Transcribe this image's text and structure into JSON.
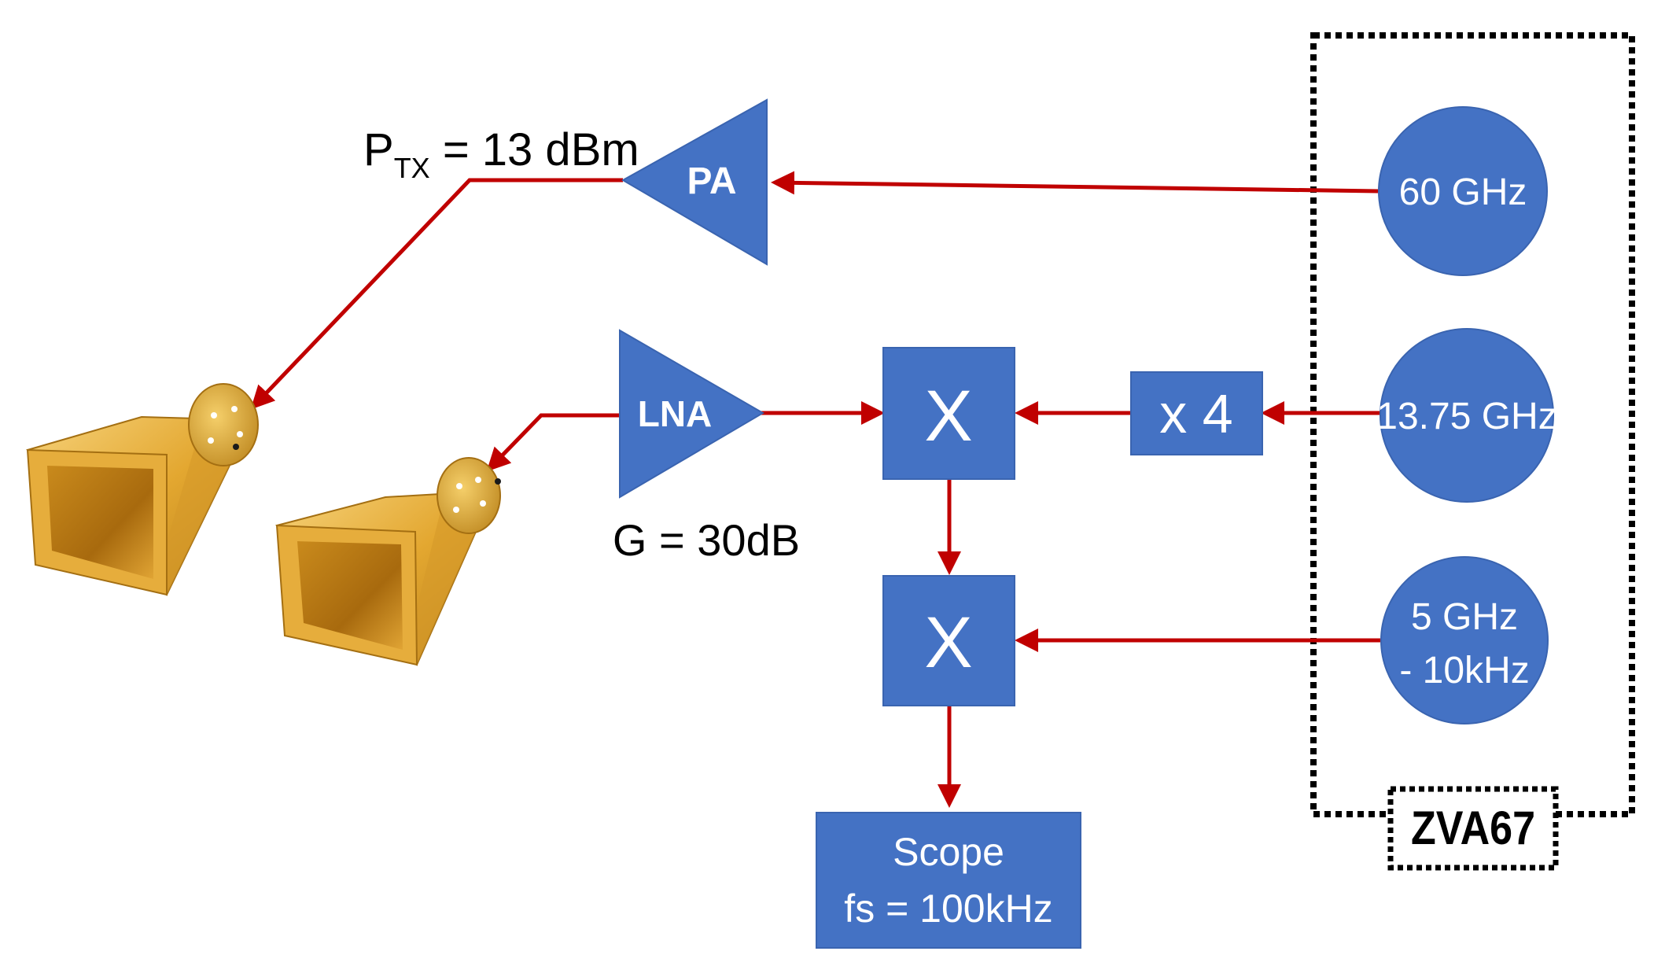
{
  "colors": {
    "block_fill": "#4472c4",
    "wire": "#c00000",
    "horn_gold": "#e3a730",
    "text_on_block": "#ffffff",
    "annotation_text": "#000000",
    "instrument_border": "#000000"
  },
  "transmitter": {
    "power_label_main": "P",
    "power_label_sub": "TX",
    "power_label_rest": " = 13 dBm",
    "pa_label": "PA"
  },
  "receiver": {
    "lna_label": "LNA",
    "gain_label": "G = 30dB"
  },
  "mixers": {
    "mixer1_label": "X",
    "mixer2_label": "X"
  },
  "multiplier": {
    "label": "x 4"
  },
  "scope": {
    "line1": "Scope",
    "line2": "fs = 100kHz"
  },
  "instrument": {
    "label": "ZVA67",
    "sources": {
      "src1": "60 GHz",
      "src2": "13.75 GHz",
      "src3_line1": "5 GHz",
      "src3_line2": "- 10kHz"
    }
  },
  "icons": {
    "tx_antenna": "horn-antenna-icon",
    "rx_antenna": "horn-antenna-icon"
  }
}
